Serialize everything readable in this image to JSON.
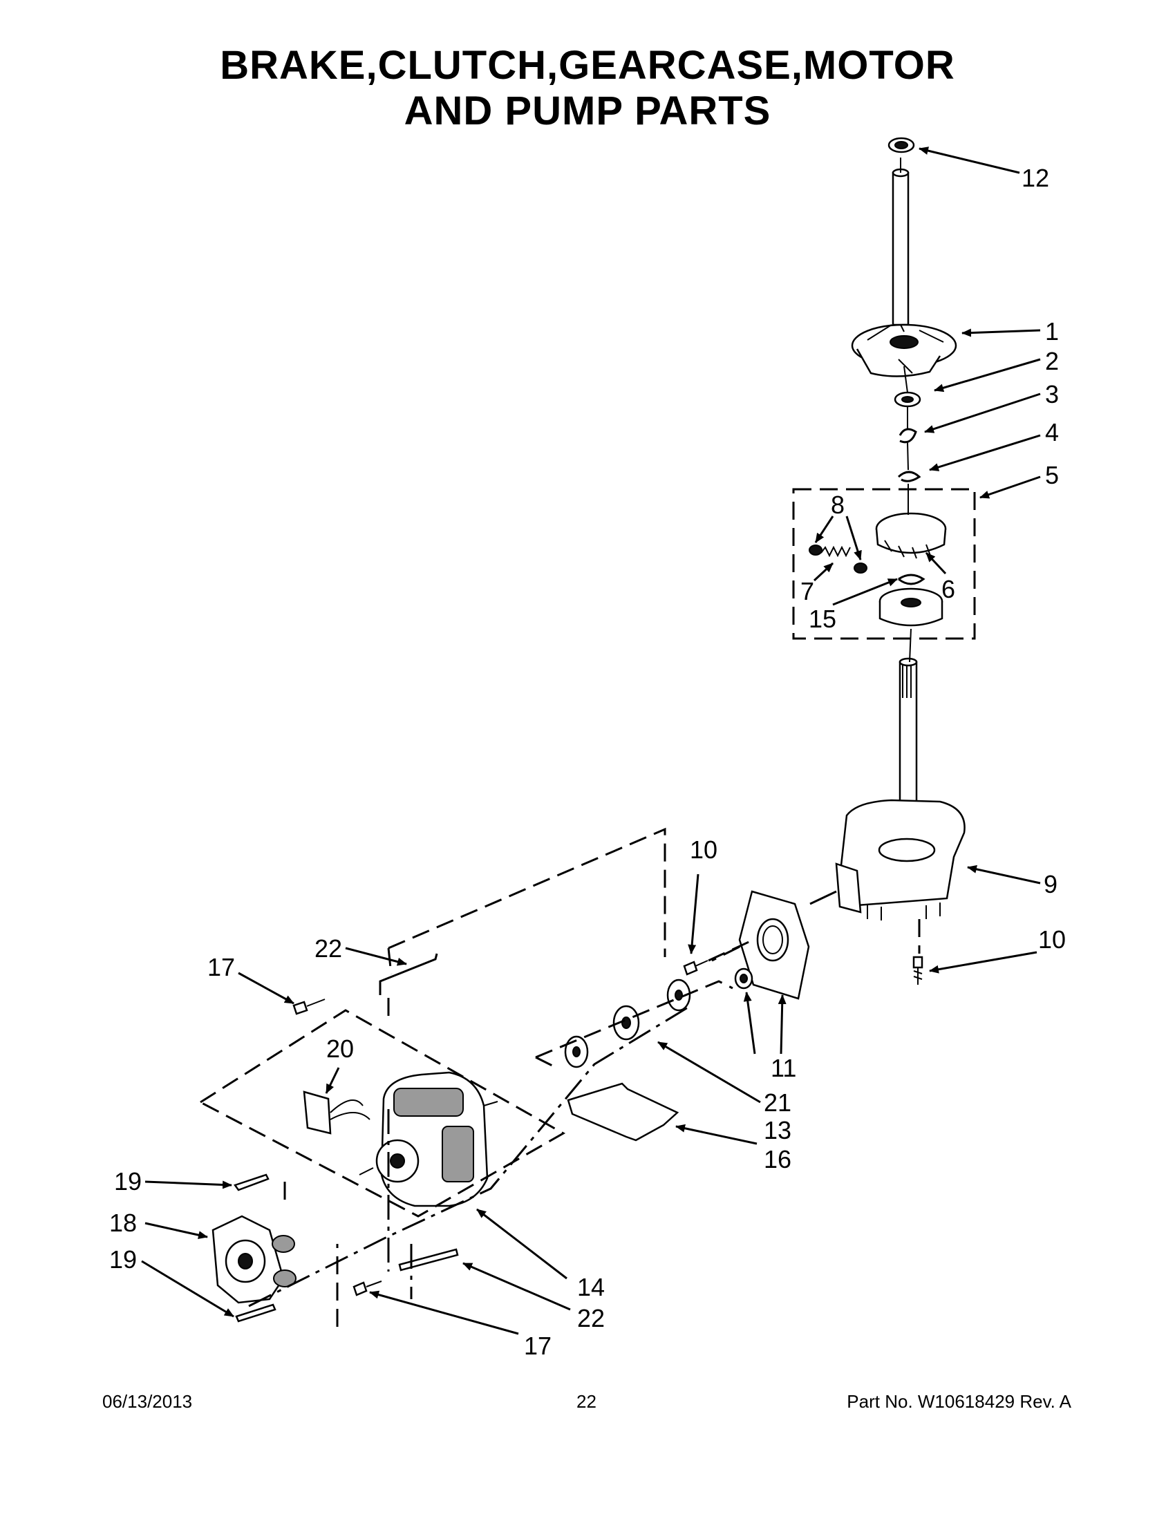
{
  "title": {
    "line1": "BRAKE,CLUTCH,GEARCASE,MOTOR",
    "line2": "AND  PUMP  PARTS"
  },
  "callouts": {
    "c1": "1",
    "c2": "2",
    "c3": "3",
    "c4": "4",
    "c5": "5",
    "c6": "6",
    "c7": "7",
    "c8": "8",
    "c9": "9",
    "c10a": "10",
    "c10b": "10",
    "c11": "11",
    "c12": "12",
    "c13": "13",
    "c14": "14",
    "c15": "15",
    "c16": "16",
    "c17a": "17",
    "c17b": "17",
    "c18": "18",
    "c19a": "19",
    "c19b": "19",
    "c20": "20",
    "c21": "21",
    "c22a": "22",
    "c22b": "22"
  },
  "footer": {
    "date": "06/13/2013",
    "page": "22",
    "part_no": "Part No.  W10618429  Rev.  A"
  }
}
